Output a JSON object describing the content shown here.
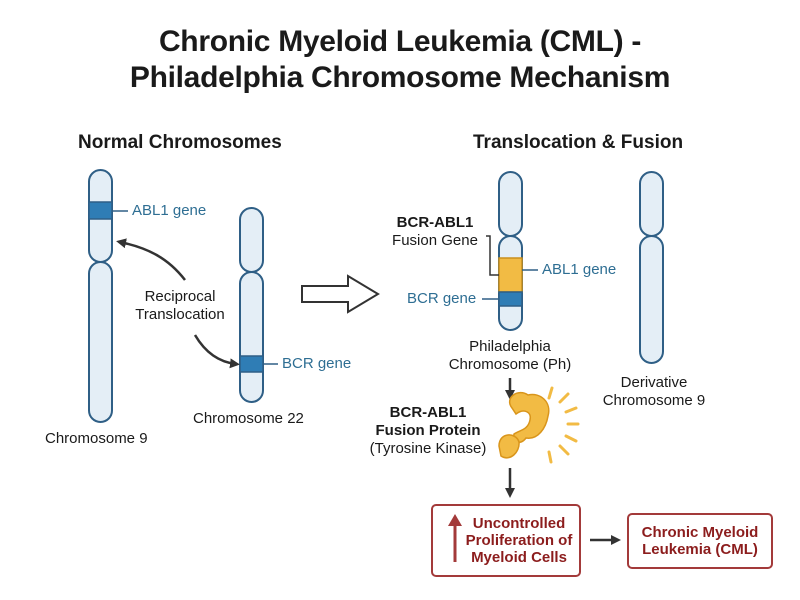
{
  "title": {
    "line1": "Chronic Myeloid Leukemia (CML) -",
    "line2": "Philadelphia Chromosome Mechanism"
  },
  "normal": {
    "heading": "Normal Chromosomes",
    "abl1_label": "ABL1 gene",
    "reciprocal_line1": "Reciprocal",
    "reciprocal_line2": "Translocation",
    "bcr_label": "BCR gene",
    "chr9_label": "Chromosome 9",
    "chr22_label": "Chromosome 22"
  },
  "translocation": {
    "heading": "Translocation & Fusion",
    "fusion_gene_line1": "BCR-ABL1",
    "fusion_gene_line2": "Fusion Gene",
    "abl1_label": "ABL1 gene",
    "bcr_label": "BCR gene",
    "ph_line1": "Philadelphia",
    "ph_line2": "Chromosome (Ph)",
    "der9_line1": "Derivative",
    "der9_line2": "Chromosome 9"
  },
  "protein": {
    "line1": "BCR-ABL1",
    "line2": "Fusion Protein",
    "line3": "(Tyrosine Kinase)"
  },
  "outcome": {
    "prolif_line1": "Uncontrolled",
    "prolif_line2": "Proliferation of",
    "prolif_line3": "Myeloid Cells",
    "cml_line1": "Chronic Myeloid",
    "cml_line2": "Leukemia (CML)"
  },
  "colors": {
    "chromosome_fill": "#e4eef6",
    "chromosome_stroke": "#2f5f86",
    "gene_band": "#2f7db5",
    "fusion_band": "#f2bb44",
    "arrow": "#333333",
    "red_box": "#a33a3a"
  },
  "icons": [
    "curved-arrow-icon",
    "hollow-arrow-icon",
    "kinase-protein-icon",
    "up-arrow-icon"
  ]
}
